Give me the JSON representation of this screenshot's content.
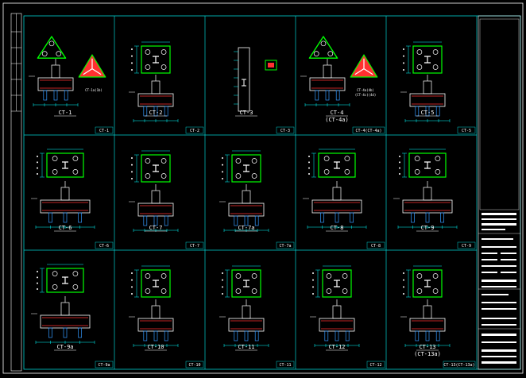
{
  "colors": {
    "background": "#000000",
    "frame": "#00d0d0",
    "plan_outline": "#00ff00",
    "dimension": "#00ffff",
    "steel": "#ffffff",
    "rebar": "#ff3030",
    "text": "#ffffff",
    "pile": "#3399ff"
  },
  "panels": [
    {
      "title": "CT-1",
      "tag": "CT-1",
      "variant": "tri-note"
    },
    {
      "title": "CT-2",
      "tag": "CT-2",
      "variant": "rect"
    },
    {
      "title": "CT-3",
      "tag": "CT-3",
      "variant": "tall"
    },
    {
      "title": "CT-4",
      "subtitle": "(CT-4a)",
      "tag": "CT-4(CT-4a)",
      "variant": "tri-note"
    },
    {
      "title": "CT-5",
      "tag": "CT-5",
      "variant": "rect"
    },
    {
      "title": "CT-6",
      "tag": "CT-6",
      "variant": "wide"
    },
    {
      "title": "CT-7",
      "tag": "CT-7",
      "variant": "rect"
    },
    {
      "title": "CT-7a",
      "tag": "CT-7a",
      "variant": "rect"
    },
    {
      "title": "CT-8",
      "tag": "CT-8",
      "variant": "wide"
    },
    {
      "title": "CT-9",
      "tag": "CT-9",
      "variant": "wide"
    },
    {
      "title": "CT-9a",
      "tag": "CT-9a",
      "variant": "wide"
    },
    {
      "title": "CT-10",
      "tag": "CT-10",
      "variant": "rect"
    },
    {
      "title": "CT-11",
      "tag": "CT-11",
      "variant": "rect"
    },
    {
      "title": "CT-12",
      "tag": "CT-12",
      "variant": "rect"
    },
    {
      "title": "CT-13",
      "subtitle": "(CT-13a)",
      "tag": "CT-13(CT-13a)",
      "variant": "rect"
    }
  ],
  "notes": {
    "ct1": "CT-1a(1b)",
    "ct4": "CT-4a(4b)",
    "ct4_sub": "(CT-4c)(4d)"
  }
}
